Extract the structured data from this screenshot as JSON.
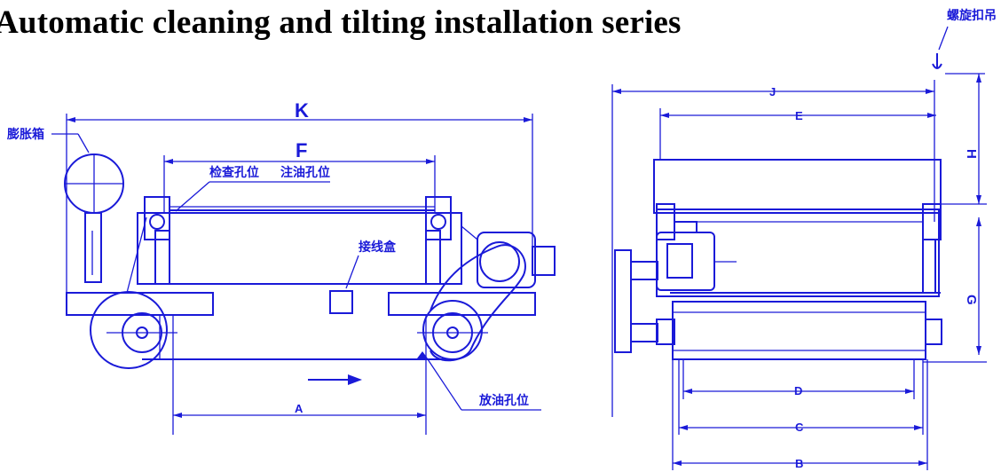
{
  "title": "Automatic cleaning and tilting installation series",
  "labels": {
    "expansion_box": "膨胀箱",
    "inspection_hole": "检查孔位",
    "oil_fill_hole": "注油孔位",
    "junction_box": "接线盒",
    "oil_drain_hole": "放油孔位",
    "spiral_hook": "螺旋扣吊"
  },
  "dimensions": {
    "K": "K",
    "F": "F",
    "A": "A",
    "J": "J",
    "E": "E",
    "H": "H",
    "G": "G",
    "D": "D",
    "C": "C",
    "B": "B"
  }
}
